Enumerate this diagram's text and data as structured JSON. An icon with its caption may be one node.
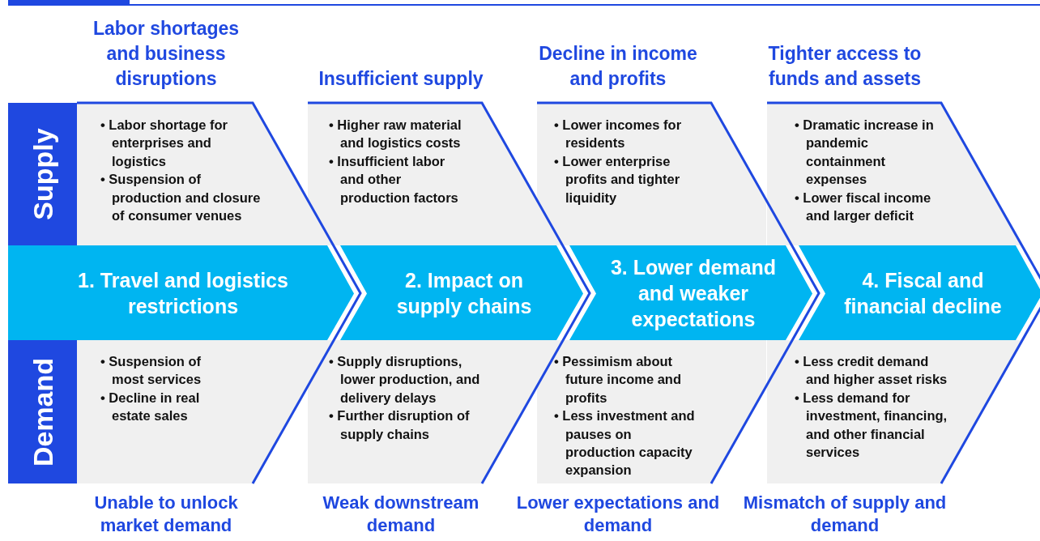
{
  "diagram": {
    "nodes": [
      {
        "text": [
          "Supply"
        ]
      },
      {
        "text": [
          "Demand"
        ]
      },
      {
        "text": [
          "Labor shortages and business disruptions",
          "• Labor shortage for enterprises and logistics",
          "• Suspension of production and closure of consumer venues"
        ]
      },
      {
        "text": [
          "1. Travel and logistics restrictions"
        ]
      },
      {
        "text": [
          "• Suspension of most services",
          "• Decline in real estate sales",
          "Unable to unlock market demand"
        ]
      },
      {
        "text": [
          "Insufficient supply",
          "• Higher raw material and logistics costs",
          "• Insufficient labor and other production factors"
        ]
      },
      {
        "text": [
          "2. Impact on supply chains"
        ]
      },
      {
        "text": [
          "• Supply disruptions, lower production, and delivery delays",
          "• Further disruption of supply chains",
          "Weak downstream demand"
        ]
      },
      {
        "text": [
          "Decline in income and profits",
          "• Lower incomes for residents",
          "• Lower enterprise profits and tighter liquidity"
        ]
      },
      {
        "text": [
          "3. Lower demand and weaker expectations"
        ]
      },
      {
        "text": [
          "• Pessimism about future income and profits",
          "• Less investment and pauses on production capacity expansion",
          "Lower expectations and demand"
        ]
      },
      {
        "text": [
          "Tighter access to funds and assets",
          "• Dramatic increase in pandemic containment expenses",
          "• Lower fiscal income and larger deficit"
        ]
      },
      {
        "text": [
          "4. Fiscal and financial decline"
        ]
      },
      {
        "text": [
          "• Less credit demand and higher asset risks",
          "• Less demand for investment, financing, and other financial services",
          "Mismatch of supply and demand"
        ]
      }
    ]
  }
}
